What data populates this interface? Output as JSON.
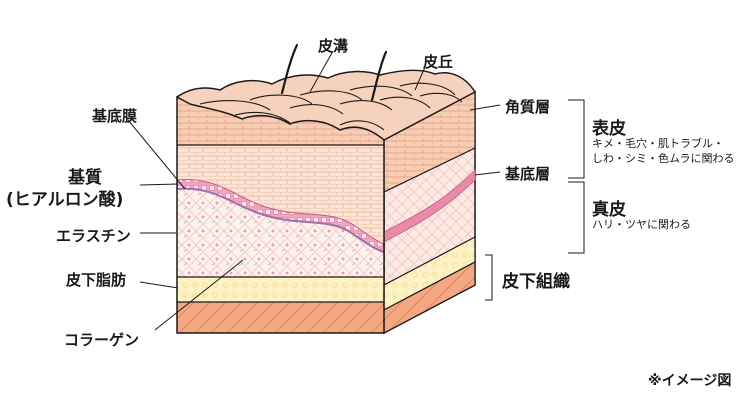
{
  "labels": {
    "hiko": "皮溝",
    "hikyu": "皮丘",
    "kakushitsu": "角質層",
    "kiteiso": "基底層",
    "kiteimaku": "基底膜",
    "kishitsu_line1": "基質",
    "kishitsu_line2": "(ヒアルロン酸)",
    "elastin": "エラスチン",
    "shibou": "皮下脂肪",
    "collagen": "コラーゲン",
    "hifu_hikasoshiki": "皮下組織",
    "hyohi": "表皮",
    "hyohi_note_line1": "キメ・毛穴・肌トラブル・",
    "hyohi_note_line2": "しわ・シミ・色ムラに関わる",
    "shinpi": "真皮",
    "shinpi_note": "ハリ・ツヤに関わる",
    "image_note": "※イメージ図"
  },
  "colors": {
    "stratum_corneum": "#f6c9ad",
    "epidermis": "#fbe7dc",
    "basal_wave": "#e98aa8",
    "basal_membrane": "#c98fc6",
    "dermis": "#fdf1ec",
    "fat": "#fdf2c4",
    "subcutis_bottom": "#f4a882",
    "outline": "#1a1a1a"
  }
}
